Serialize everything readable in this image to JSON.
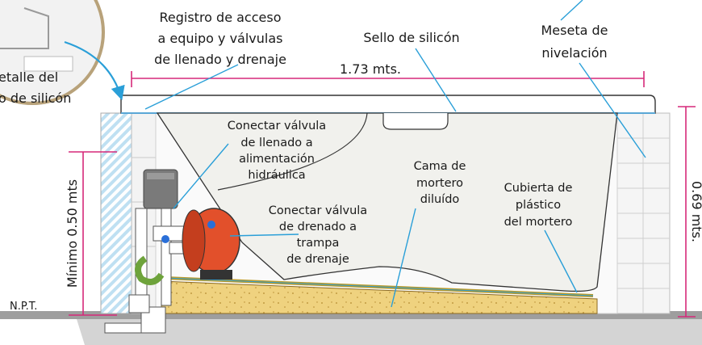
{
  "labels": {
    "registro_line1": "Registro de acceso",
    "registro_line2": "a equipo y válvulas",
    "registro_line3": "de llenado y drenaje",
    "sello": "Sello de silicón",
    "meseta_line1": "Meseta de",
    "meseta_line2": "nivelación",
    "detalle_line1": "etalle del",
    "detalle_line2": "o de silicón",
    "width_dim": "1.73 mts.",
    "valvula_llenado_line1": "Conectar válvula",
    "valvula_llenado_line2": "de llenado a",
    "valvula_llenado_line3": "alimentación",
    "valvula_llenado_line4": "hidráulica",
    "valvula_drenado_line1": "Conectar válvula",
    "valvula_drenado_line2": "de drenado a",
    "valvula_drenado_line3": "trampa",
    "valvula_drenado_line4": "de drenaje",
    "cama_line1": "Cama de",
    "cama_line2": "mortero",
    "cama_line3": "diluído",
    "cubierta_line1": "Cubierta de",
    "cubierta_line2": "plástico",
    "cubierta_line3": "del mortero",
    "minimo_dim": "Mínimo 0.50 mts",
    "height_dim": "0.69 mts.",
    "npt": "N.P.T."
  },
  "colors": {
    "dimension": "#d6297a",
    "leader": "#2a9fd8",
    "tub_fill": "#f1f1ed",
    "mortar": "#efd27f",
    "block_fill": "#f5f5f5",
    "pump_red": "#e2502b",
    "pipe_green": "#6ea33b"
  }
}
